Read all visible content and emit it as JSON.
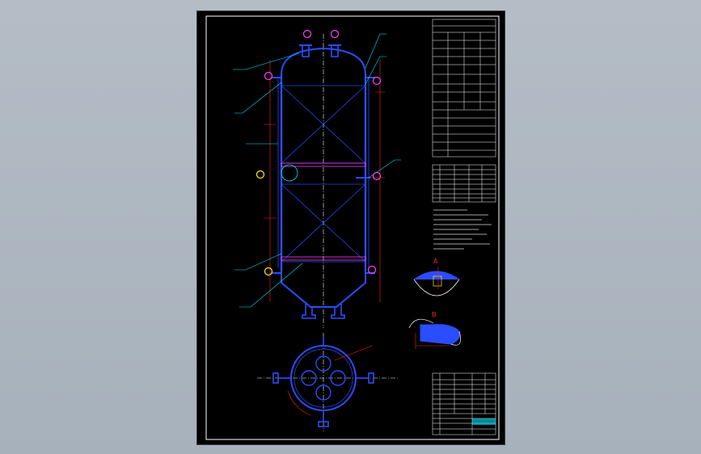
{
  "labels": {
    "detail_a": "A",
    "detail_b": "B"
  },
  "colors": {
    "background": "#000000",
    "frame": "#ffffff",
    "vessel": "#2a4dff",
    "leader": "#00e5ff",
    "dimension": "#ff2020",
    "packing": "#ff3cff",
    "table_lines": "#ffffff",
    "centerline": "#ffffff",
    "nozzle_tag_magenta": "#ff40ff",
    "nozzle_tag_yellow": "#ffee00",
    "viewport": "#adb6c0"
  },
  "icons": {
    "vessel": "column-vessel-elevation-drawing",
    "plan": "column-plan-view-drawing",
    "detail_a": "head-detail-drawing",
    "detail_b": "flange-detail-drawing"
  }
}
